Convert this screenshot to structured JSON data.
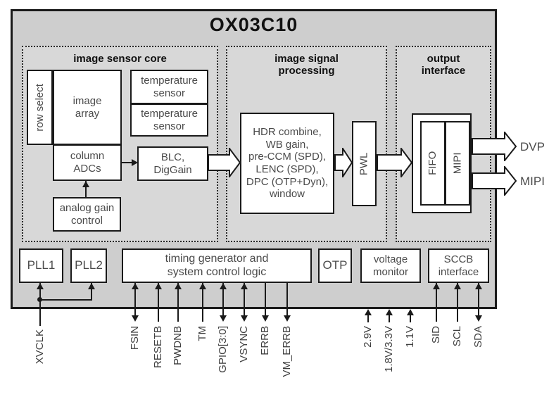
{
  "title": "OX03C10",
  "sections": {
    "sensor_core": {
      "title": "image sensor core"
    },
    "isp": {
      "title": "image signal\nprocessing"
    },
    "output": {
      "title": "output\ninterface"
    }
  },
  "blocks": {
    "row_select": "row select",
    "image_array": "image\narray",
    "temp_sensor_1": "temperature\nsensor",
    "temp_sensor_2": "temperature\nsensor",
    "column_adcs": "column\nADCs",
    "blc_diggain": "BLC,\nDigGain",
    "analog_gain": "analog gain\ncontrol",
    "isp_pipeline": "HDR combine,\nWB gain,\npre-CCM (SPD),\nLENC (SPD),\nDPC (OTP+Dyn),\nwindow",
    "pwl": "PWL",
    "fifo": "FIFO",
    "mipi": "MIPI",
    "pll1": "PLL1",
    "pll2": "PLL2",
    "timing": "timing generator and\nsystem control logic",
    "otp": "OTP",
    "voltage_monitor": "voltage\nmonitor",
    "sccb": "SCCB\ninterface"
  },
  "outputs": {
    "dvp": "DVP",
    "mipi": "MIPI"
  },
  "pins": [
    "XVCLK",
    "FSIN",
    "RESETB",
    "PWDNB",
    "TM",
    "GPIO[3:0]",
    "VSYNC",
    "ERRB",
    "VM_ERRB",
    "2.9V",
    "1.8V/3.3V",
    "1.1V",
    "SID",
    "SCL",
    "SDA"
  ],
  "colors": {
    "chip_background": "#cecece",
    "section_background": "#d8d8d8",
    "box_border": "#1a1a1a",
    "block_text": "#4a4a4a",
    "title_text": "#111111"
  }
}
